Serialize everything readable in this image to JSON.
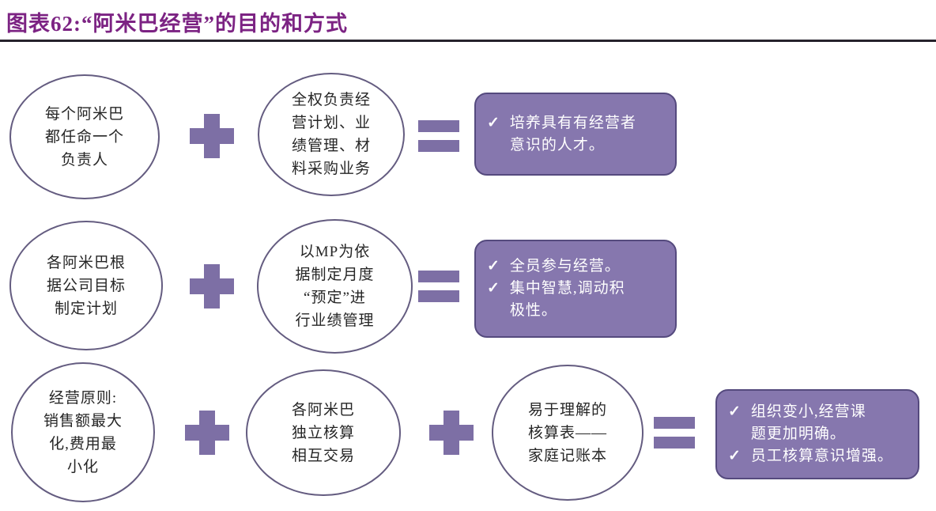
{
  "figure": {
    "title": "图表62:“阿米巴经营”的目的和方式"
  },
  "colors": {
    "title": "#7c2383",
    "rule": "#26222c",
    "circle_border": "#645c80",
    "operator": "#7d6fa5",
    "box_fill": "#8677ae",
    "box_border": "#554a7e",
    "box_text": "#ffffff"
  },
  "glyphs": {
    "check": "✓"
  },
  "rows": [
    {
      "circles": [
        {
          "text": "每个阿米巴\n都任命一个\n负责人"
        },
        {
          "text": "全权负责经\n营计划、业\n绩管理、材\n料采购业务"
        }
      ],
      "result": {
        "items": [
          {
            "text": "培养具有有经营者\n意识的人才。"
          }
        ]
      }
    },
    {
      "circles": [
        {
          "text": "各阿米巴根\n据公司目标\n制定计划"
        },
        {
          "text": "以MP为依\n据制定月度\n“预定”进\n行业绩管理"
        }
      ],
      "result": {
        "items": [
          {
            "text": "全员参与经营。"
          },
          {
            "text": "集中智慧,调动积\n极性。"
          }
        ]
      }
    },
    {
      "circles": [
        {
          "text": "经营原则:\n销售额最大\n化,费用最\n小化"
        },
        {
          "text": "各阿米巴\n独立核算\n相互交易"
        },
        {
          "text": "易于理解的\n核算表——\n家庭记账本"
        }
      ],
      "result": {
        "items": [
          {
            "text": "组织变小,经营课\n题更加明确。"
          },
          {
            "text": "员工核算意识增强。"
          }
        ]
      }
    }
  ]
}
